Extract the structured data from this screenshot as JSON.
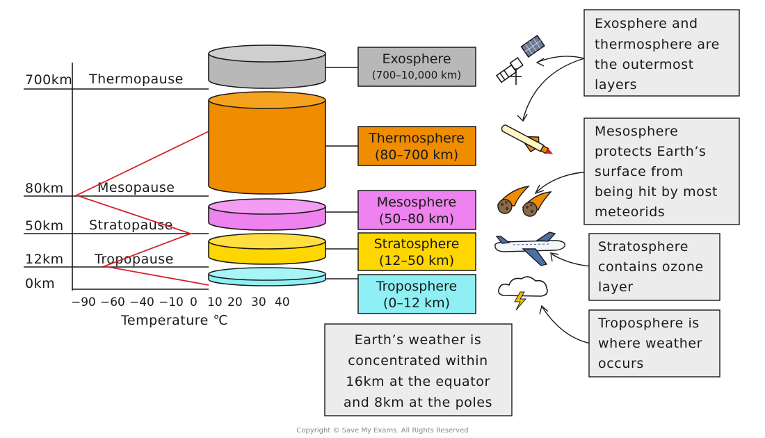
{
  "altitude_labels": {
    "km700": "700km",
    "km80": "80km",
    "km50": "50km",
    "km12": "12km",
    "km0": "0km"
  },
  "boundaries": {
    "thermopause": "Thermopause",
    "mesopause": "Mesopause",
    "stratopause": "Stratopause",
    "tropopause": "Tropopause"
  },
  "axis": {
    "ticks": [
      "−90",
      "−60",
      "−40",
      "−10",
      "0",
      "10",
      "20",
      "30",
      "40"
    ],
    "xlabel": "Temperature ℃"
  },
  "layers": [
    {
      "name": "Exosphere",
      "range": "(700–10,000 km)",
      "color": "#b8b8b8"
    },
    {
      "name": "Thermosphere",
      "range": "(80–700 km)",
      "color": "#f08c00"
    },
    {
      "name": "Mesosphere",
      "range": "(50–80 km)",
      "color": "#ee82ee"
    },
    {
      "name": "Stratosphere",
      "range": "(12–50 km)",
      "color": "#ffd700"
    },
    {
      "name": "Troposphere",
      "range": "(0–12 km)",
      "color": "#8ef0f4"
    }
  ],
  "notes": {
    "outer": [
      "Exosphere and",
      "thermosphere are",
      "the outermost",
      "layers"
    ],
    "meso": [
      "Mesosphere",
      "protects Earth’s",
      "surface from",
      "being hit by most",
      "meteorids"
    ],
    "strato": [
      "Stratosphere",
      "contains ozone",
      "layer"
    ],
    "tropo": [
      "Troposphere is",
      "where weather",
      "occurs"
    ],
    "weather": [
      "Earth’s weather is",
      "concentrated within",
      "16km at the equator",
      "and 8km at the poles"
    ]
  },
  "colors": {
    "temperature_line": "#d6202a",
    "note_fill": "#ececec"
  },
  "icons": [
    "satellite-icon",
    "rocket-icon",
    "meteor-icon",
    "airplane-icon",
    "storm-cloud-icon"
  ],
  "copyright": "Copyright © Save My Exams. All Rights Reserved"
}
